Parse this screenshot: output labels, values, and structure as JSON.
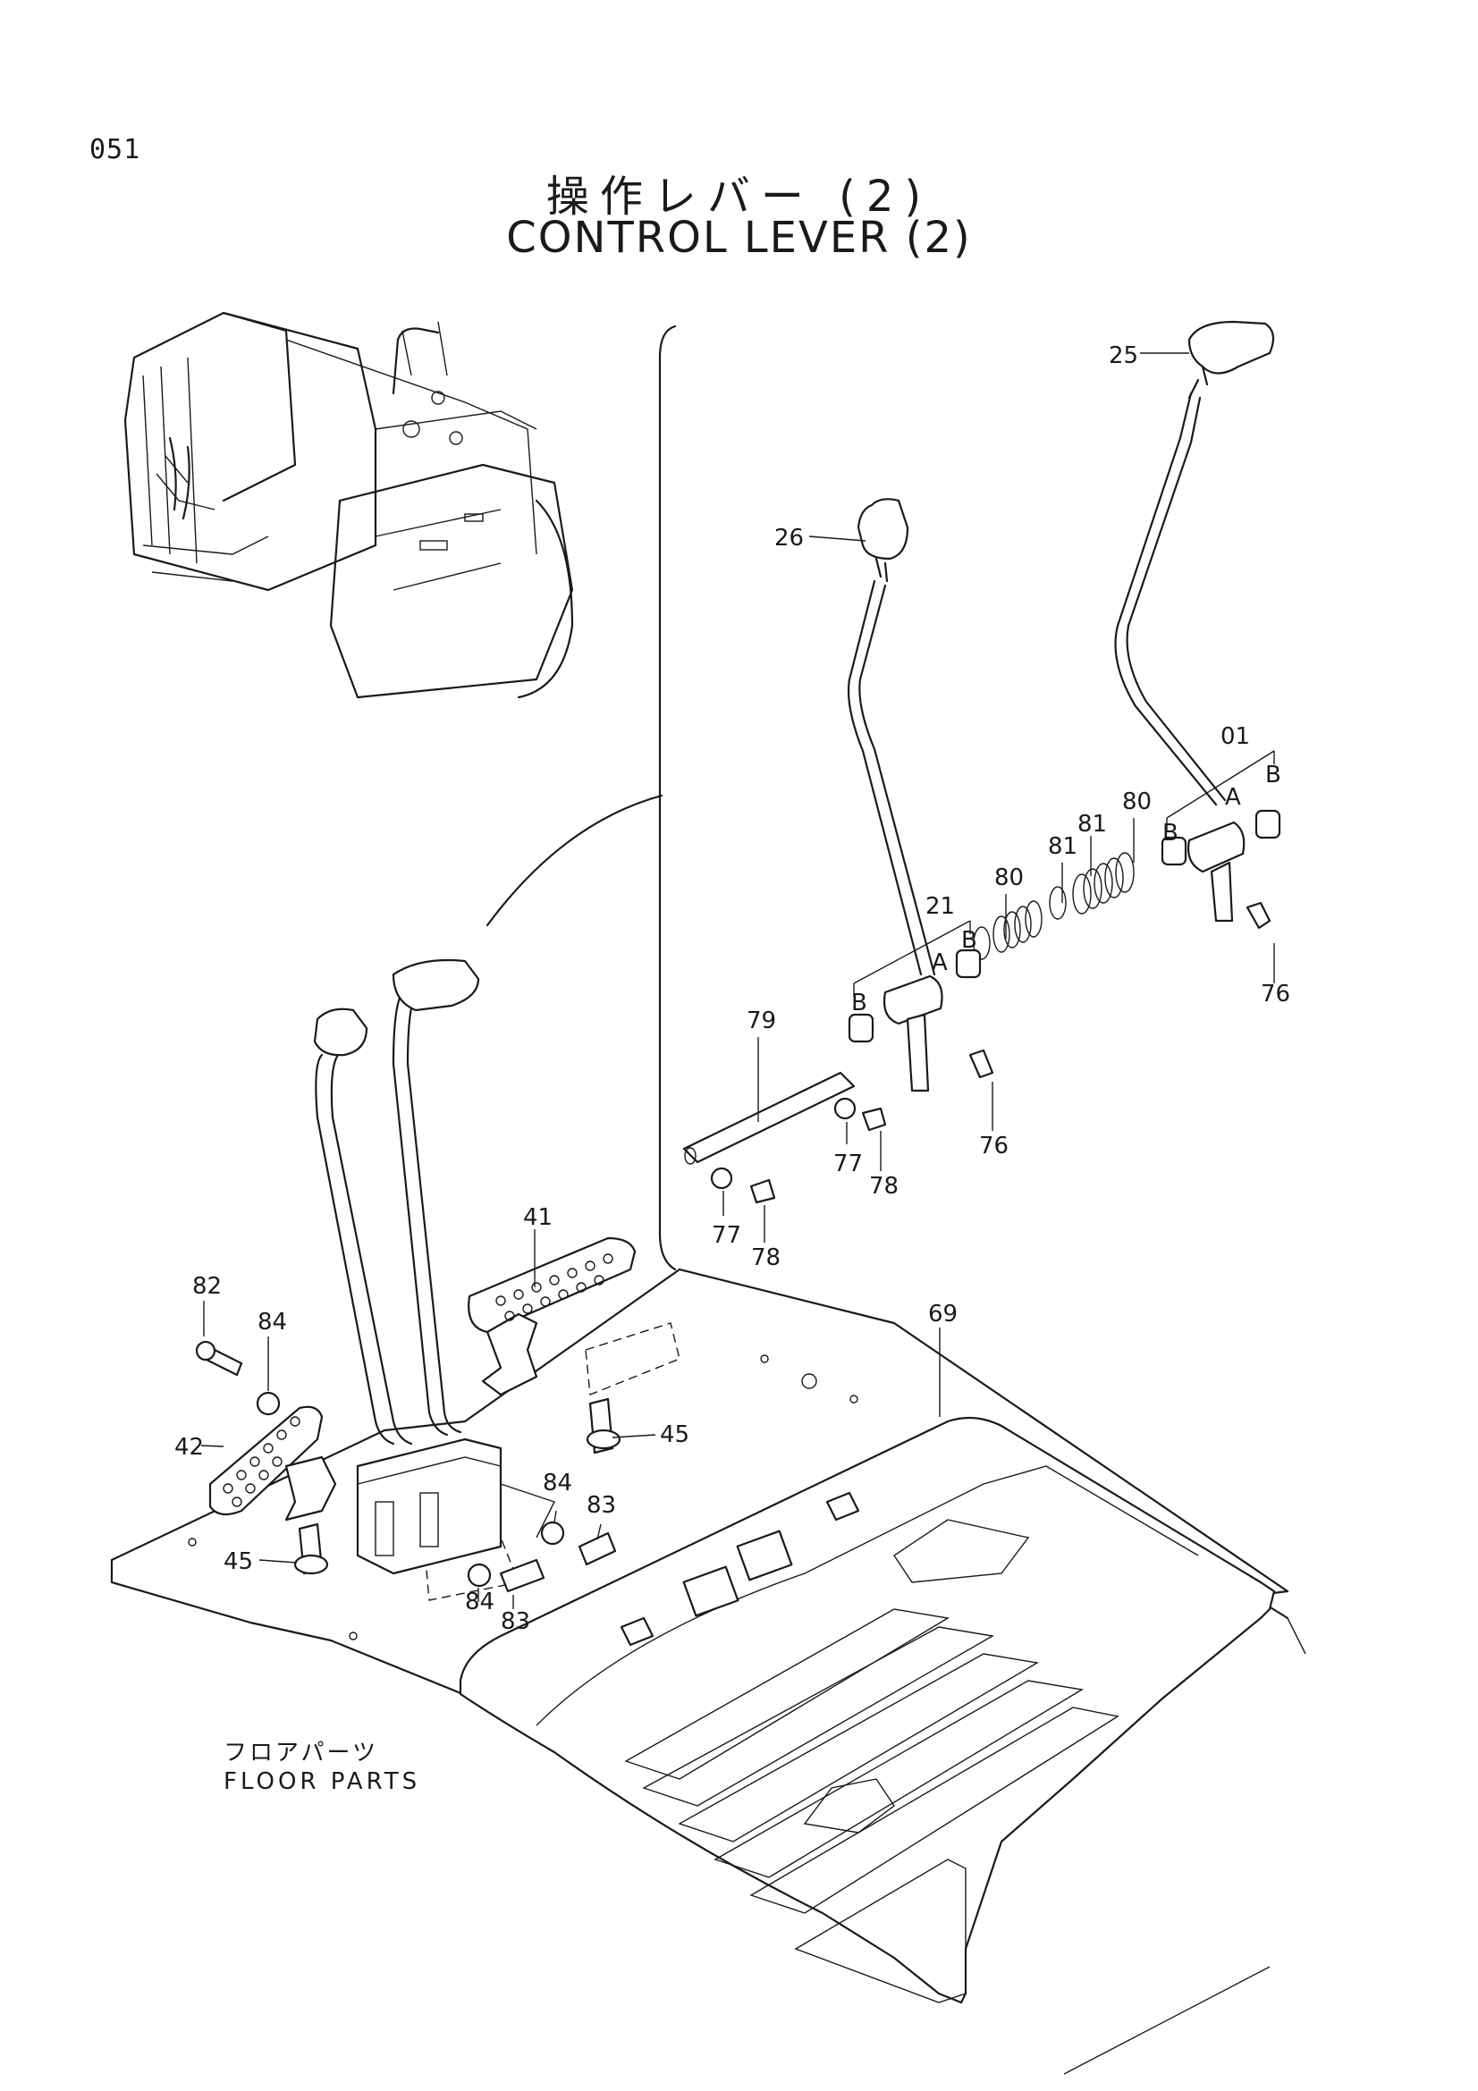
{
  "page_number": "051",
  "title_jp": "操作レバー (2)",
  "title_en": "CONTROL LEVER (2)",
  "floor_label_jp": "フロアパーツ",
  "floor_label_en": "FLOOR PARTS",
  "callouts": {
    "c25": "25",
    "c26": "26",
    "c01": "01",
    "c21": "21",
    "c79": "79",
    "c80a": "80",
    "c80b": "80",
    "c81a": "81",
    "c81b": "81",
    "c76a": "76",
    "c76b": "76",
    "c77a": "77",
    "c77b": "77",
    "c78a": "78",
    "c78b": "78",
    "c41": "41",
    "c42": "42",
    "c45a": "45",
    "c45b": "45",
    "c69": "69",
    "c82": "82",
    "c83a": "83",
    "c83b": "83",
    "c84a": "84",
    "c84b": "84",
    "c84c": "84",
    "A1": "A",
    "A2": "A",
    "B1": "B",
    "B2": "B",
    "B3": "B",
    "B4": "B"
  }
}
